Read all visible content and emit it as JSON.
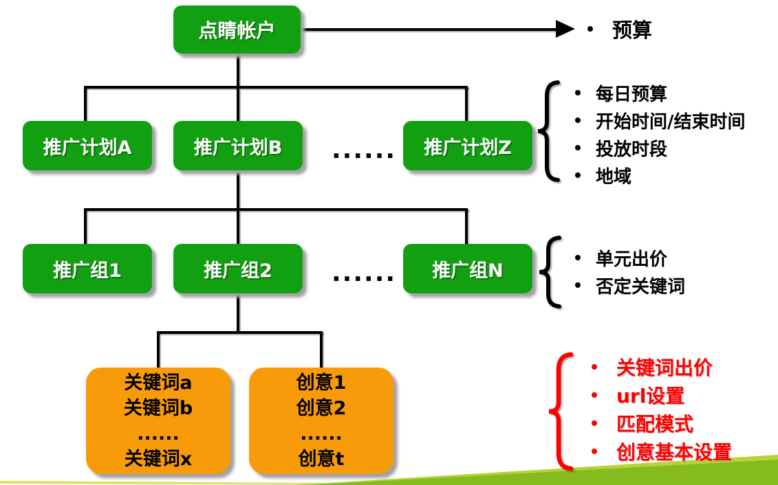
{
  "account": {
    "label": "点睛帐户",
    "note": "预算"
  },
  "plans": {
    "box_a": "推广计划A",
    "box_b": "推广计划B",
    "box_z": "推广计划Z",
    "ellipsis": "......",
    "notes": [
      "每日预算",
      "开始时间/结束时间",
      "投放时段",
      "地域"
    ]
  },
  "groups": {
    "box_1": "推广组1",
    "box_2": "推广组2",
    "box_n": "推广组N",
    "ellipsis": "......",
    "notes": [
      "单元出价",
      "否定关键词"
    ]
  },
  "units": {
    "keywords": [
      "关键词a",
      "关键词b",
      "......",
      "关键词x"
    ],
    "creatives": [
      "创意1",
      "创意2",
      "......",
      "创意t"
    ],
    "notes": [
      "关键词出价",
      "url设置",
      "匹配模式",
      "创意基本设置"
    ]
  },
  "colors": {
    "node_green": "#12A012",
    "leaf_orange": "#F89B0B",
    "note_red": "#FF0000",
    "connector_black": "#000000",
    "footer_green": "#85BB1F",
    "footer_light_green": "#B6D438",
    "footer_yellow": "#DCE05A"
  }
}
